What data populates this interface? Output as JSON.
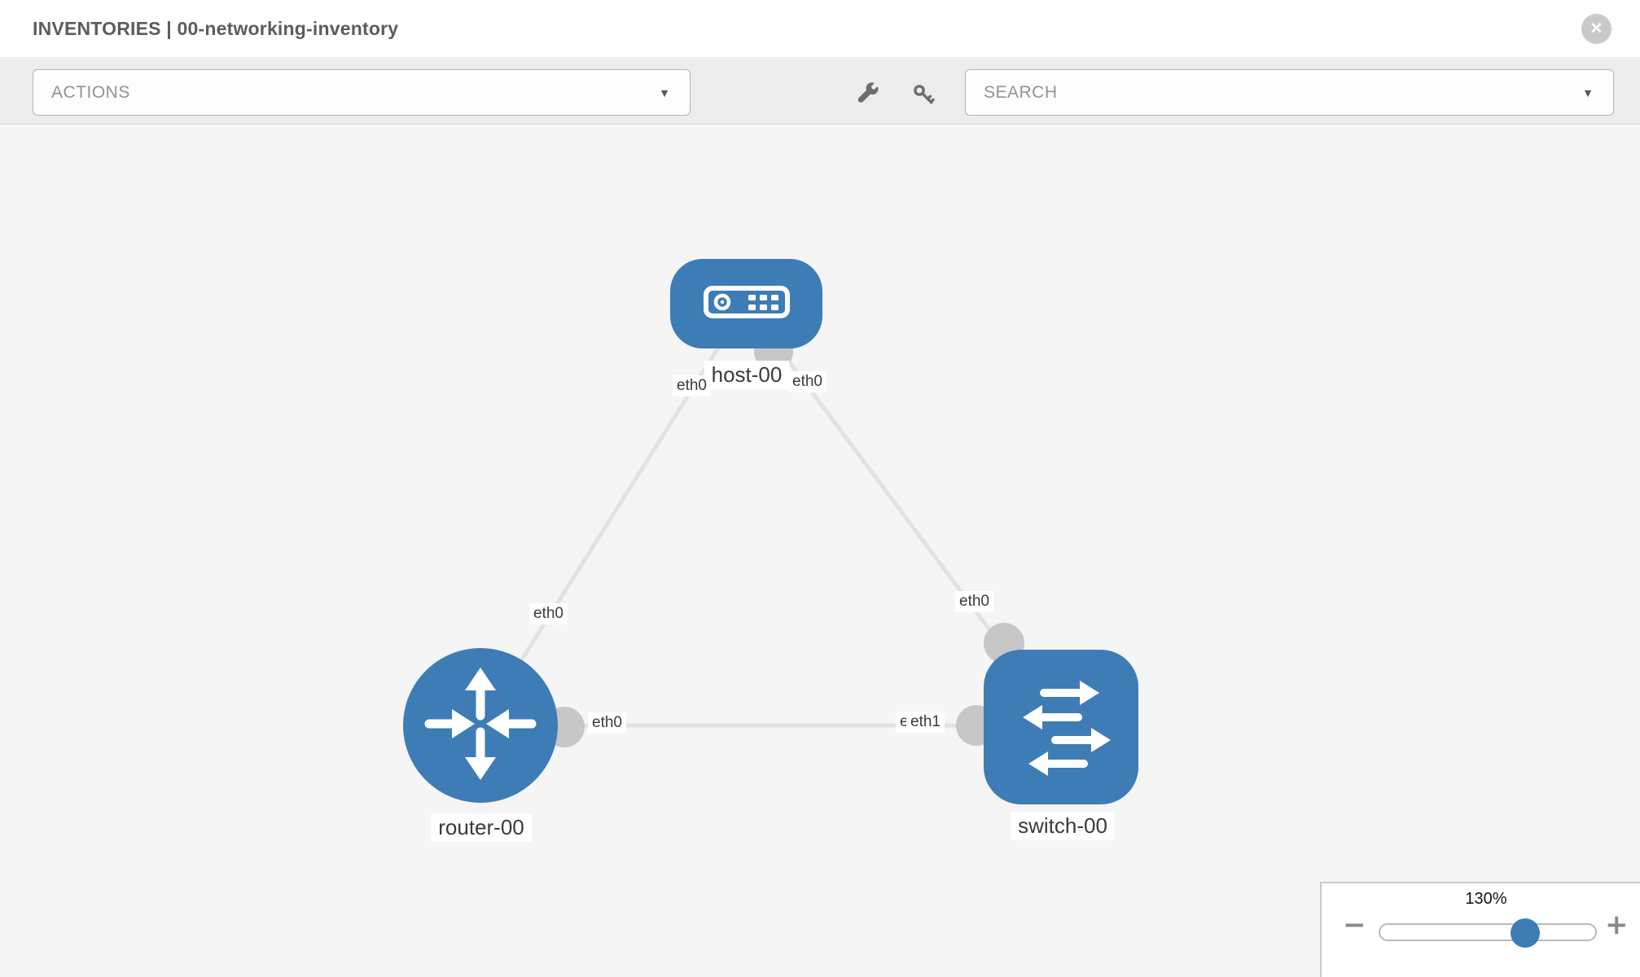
{
  "header": {
    "title": "INVENTORIES | 00-networking-inventory",
    "close_glyph": "✕"
  },
  "toolbar": {
    "actions_label": "ACTIONS",
    "search_label": "SEARCH",
    "caret_glyph": "▼"
  },
  "topology": {
    "nodes": [
      {
        "label": "host-00",
        "type": "host"
      },
      {
        "label": "router-00",
        "type": "router"
      },
      {
        "label": "switch-00",
        "type": "switch"
      }
    ],
    "links": [
      {
        "source": "host-00",
        "source_interface": "eth0",
        "target": "router-00",
        "target_interface": "eth0"
      },
      {
        "source": "host-00",
        "source_interface": "eth0",
        "target": "switch-00",
        "target_interface": "eth0"
      },
      {
        "source": "router-00",
        "source_interface": "eth0",
        "target": "switch-00",
        "target_interface": "eth1"
      }
    ],
    "switch_left_port_overlap": {
      "back": "eth0",
      "front": "eth1"
    }
  },
  "zoom": {
    "level": "130%",
    "minus_glyph": "−",
    "plus_glyph": "+"
  },
  "colors": {
    "node_blue": "#3e7cb6",
    "port_gray": "#c7c7c7",
    "link_gray": "#e2e2e2",
    "toolbar_gray": "#ececec"
  }
}
